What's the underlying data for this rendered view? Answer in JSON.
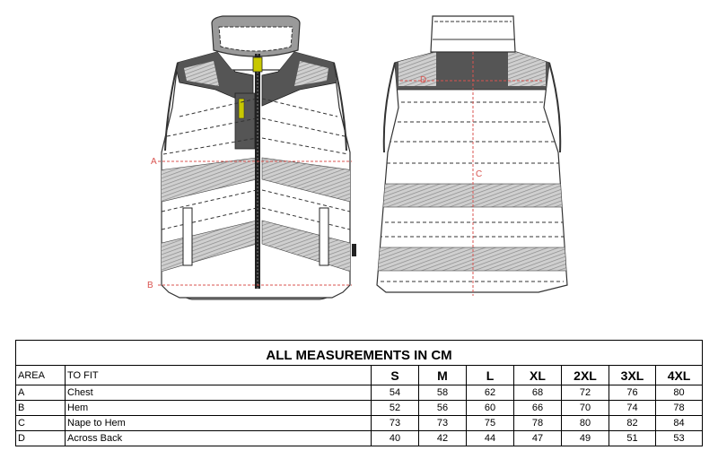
{
  "diagram": {
    "front_markers": [
      "A",
      "B"
    ],
    "back_markers": [
      "D",
      "C"
    ],
    "label_color": "#d9534f"
  },
  "table": {
    "title": "ALL MEASUREMENTS IN CM",
    "header": {
      "area": "AREA",
      "to_fit": "TO FIT",
      "sizes": [
        "S",
        "M",
        "L",
        "XL",
        "2XL",
        "3XL",
        "4XL"
      ]
    },
    "rows": [
      {
        "area": "A",
        "to_fit": "Chest",
        "values": [
          "54",
          "58",
          "62",
          "68",
          "72",
          "76",
          "80"
        ]
      },
      {
        "area": "B",
        "to_fit": "Hem",
        "values": [
          "52",
          "56",
          "60",
          "66",
          "70",
          "74",
          "78"
        ]
      },
      {
        "area": "C",
        "to_fit": "Nape to Hem",
        "values": [
          "73",
          "73",
          "75",
          "78",
          "80",
          "82",
          "84"
        ]
      },
      {
        "area": "D",
        "to_fit": "Across Back",
        "values": [
          "40",
          "42",
          "44",
          "47",
          "49",
          "51",
          "53"
        ]
      }
    ]
  }
}
